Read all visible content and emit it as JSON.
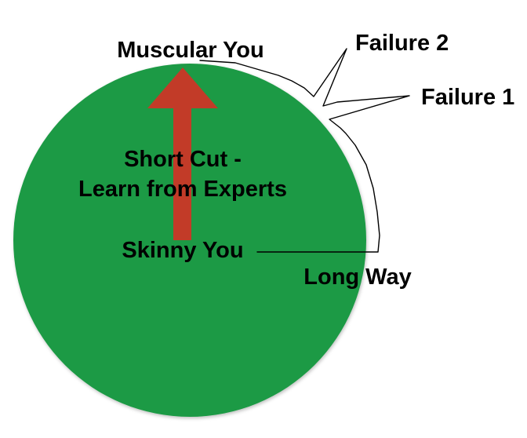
{
  "labels": {
    "top": "Muscular You",
    "failure_2": "Failure 2",
    "failure_1": "Failure 1",
    "short_cut_line1": "Short Cut -",
    "short_cut_line2": "Learn from Experts",
    "start": "Skinny You",
    "long_way": "Long Way"
  },
  "colors": {
    "circle_fill": "#1e9a45",
    "arrow_fill": "#c23b28",
    "line_stroke": "#000000",
    "text": "#000000"
  }
}
